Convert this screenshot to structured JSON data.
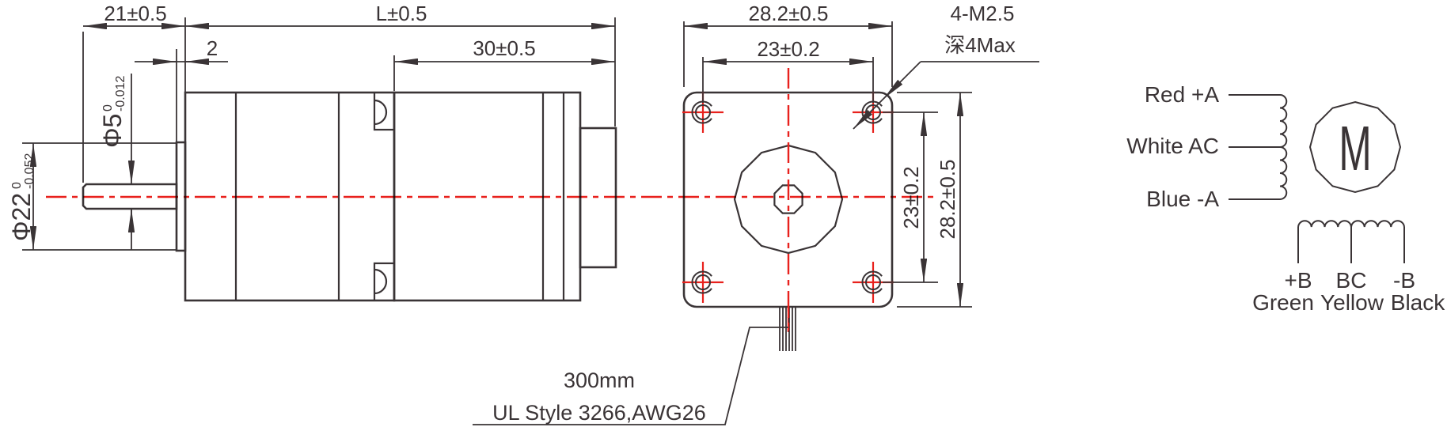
{
  "drawing": {
    "side_view": {
      "dim_shaft_protrusion": "21±0.5",
      "dim_boss_width": "2",
      "dim_total_length": "L±0.5",
      "dim_motor_length": "30±0.5",
      "dim_shaft_dia": {
        "main": "Φ5",
        "upper_tol": "0",
        "lower_tol": "-0.012"
      },
      "dim_boss_dia": {
        "main": "Φ22",
        "upper_tol": "0",
        "lower_tol": "-0.052"
      }
    },
    "front_view": {
      "dim_width_top": "28.2±0.5",
      "dim_hole_spacing_top": "23±0.2",
      "dim_hole_spacing_right": "23±0.2",
      "dim_height_right": "28.2±0.5",
      "screw_note_line1": "4-M2.5",
      "screw_note_line2": "深4Max"
    },
    "cable": {
      "length_label": "300mm",
      "spec_label": "UL Style 3266,AWG26"
    },
    "wiring": {
      "phase_a_leads": [
        "Red +A",
        "White AC",
        "Blue -A"
      ],
      "motor_symbol": "M",
      "phase_b_terminals": [
        "+B",
        "BC",
        "-B"
      ],
      "phase_b_colors": [
        "Green",
        "Yellow",
        "Black"
      ]
    },
    "colors": {
      "body_blue": "#009fe8",
      "metal_gray": "#dfdfde",
      "line_dark": "#3a3436",
      "centerline_red": "#e8211d"
    }
  }
}
